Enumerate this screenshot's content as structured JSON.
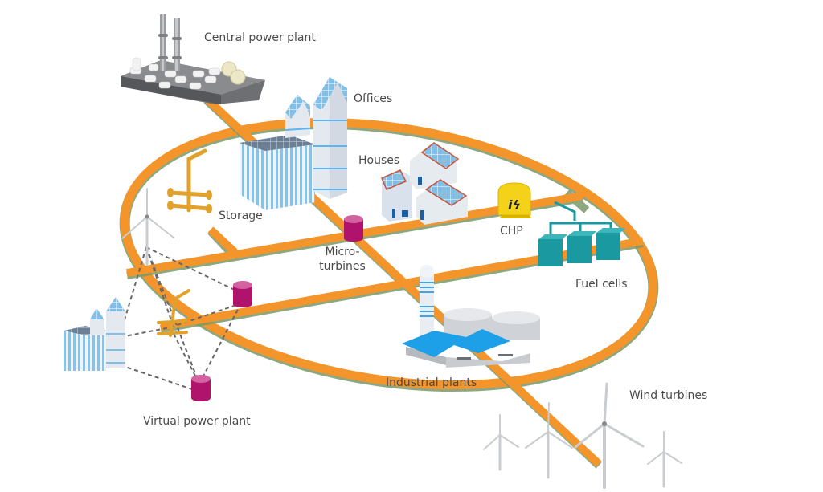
{
  "title": "Virtual power plant / smart grid concept diagram",
  "colors": {
    "grid_line": "#f3952b",
    "grid_shadow": "#7a9a6a",
    "building_blue": "#9fd4f5",
    "building_light": "#e8eef4",
    "roof_red": "#c8553d",
    "chp_yellow": "#f5d21a",
    "fuel_cell_teal": "#1a9aa0",
    "microturbine_magenta": "#b0136b",
    "storage_gold": "#e0a22c",
    "plant_gray": "#7c7c80",
    "label_text": "#4a4a4a",
    "dashed_link": "#666666"
  },
  "labels": {
    "central_power_plant": "Central power plant",
    "offices": "Offices",
    "houses": "Houses",
    "storage": "Storage",
    "chp": "CHP",
    "microturbines_line1": "Micro-",
    "microturbines_line2": "turbines",
    "fuel_cells": "Fuel cells",
    "industrial_plants": "Industrial plants",
    "wind_turbines": "Wind turbines",
    "virtual_power_plant": "Virtual power plant"
  },
  "icons": {
    "chp_glyph": "iϟ"
  }
}
